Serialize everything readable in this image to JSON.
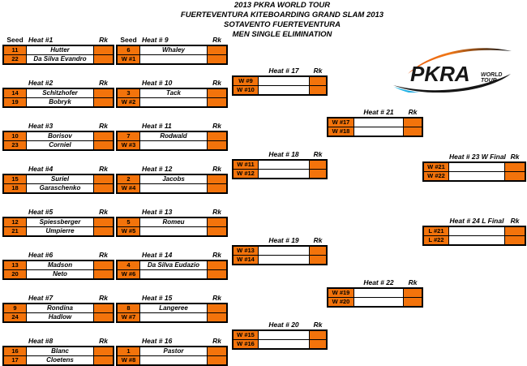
{
  "title": {
    "lines": [
      "2013 PKRA WORLD TOUR",
      "FUERTEVENTURA KITEBOARDING GRAND SLAM 2013",
      "SOTAVENTO FUERTEVENTURA",
      "MEN SINGLE ELIMINATION"
    ]
  },
  "logo": {
    "brand": "PKRA",
    "world": "WORLD",
    "tour": "TOUR"
  },
  "labels": {
    "seed": "Seed",
    "rk": "Rk"
  },
  "colors": {
    "orange": "#F3730B",
    "border": "#000000",
    "logo_orange": "#E85A0C",
    "logo_cyan": "#2BC4EE",
    "logo_black": "#161616"
  },
  "heats": [
    {
      "title": "Heat #1",
      "seed_header": true,
      "rows": [
        {
          "label": "11",
          "name": "Hutter"
        },
        {
          "label": "22",
          "name": "Da Silva Evandro"
        }
      ]
    },
    {
      "title": "Heat #2",
      "seed_header": false,
      "rows": [
        {
          "label": "14",
          "name": "Schitzhofer"
        },
        {
          "label": "19",
          "name": "Bobryk"
        }
      ]
    },
    {
      "title": "Heat #3",
      "seed_header": false,
      "rows": [
        {
          "label": "10",
          "name": "Borisov"
        },
        {
          "label": "23",
          "name": "Corniel"
        }
      ]
    },
    {
      "title": "Heat #4",
      "seed_header": false,
      "rows": [
        {
          "label": "15",
          "name": "Suriel"
        },
        {
          "label": "18",
          "name": "Garaschenko"
        }
      ]
    },
    {
      "title": "Heat #5",
      "seed_header": false,
      "rows": [
        {
          "label": "12",
          "name": "Spiessberger"
        },
        {
          "label": "21",
          "name": "Umpierre"
        }
      ]
    },
    {
      "title": "Heat #6",
      "seed_header": false,
      "rows": [
        {
          "label": "13",
          "name": "Madson"
        },
        {
          "label": "20",
          "name": "Neto"
        }
      ]
    },
    {
      "title": "Heat #7",
      "seed_header": false,
      "rows": [
        {
          "label": "9",
          "name": "Rondina"
        },
        {
          "label": "24",
          "name": "Hadlow"
        }
      ]
    },
    {
      "title": "Heat #8",
      "seed_header": false,
      "rows": [
        {
          "label": "16",
          "name": "Blanc"
        },
        {
          "label": "17",
          "name": "Cloetens"
        }
      ]
    },
    {
      "title": "Heat # 9",
      "seed_header": true,
      "rows": [
        {
          "label": "6",
          "name": "Whaley"
        },
        {
          "label": "W #1",
          "name": ""
        }
      ]
    },
    {
      "title": "Heat # 10",
      "seed_header": false,
      "rows": [
        {
          "label": "3",
          "name": "Tack"
        },
        {
          "label": "W #2",
          "name": ""
        }
      ]
    },
    {
      "title": "Heat # 11",
      "seed_header": false,
      "rows": [
        {
          "label": "7",
          "name": "Rodwald"
        },
        {
          "label": "W #3",
          "name": ""
        }
      ]
    },
    {
      "title": "Heat # 12",
      "seed_header": false,
      "rows": [
        {
          "label": "2",
          "name": "Jacobs"
        },
        {
          "label": "W #4",
          "name": ""
        }
      ]
    },
    {
      "title": "Heat # 13",
      "seed_header": false,
      "rows": [
        {
          "label": "5",
          "name": "Romeu"
        },
        {
          "label": "W #5",
          "name": ""
        }
      ]
    },
    {
      "title": "Heat # 14",
      "seed_header": false,
      "rows": [
        {
          "label": "4",
          "name": "Da Silva Eudazio"
        },
        {
          "label": "W #6",
          "name": ""
        }
      ]
    },
    {
      "title": "Heat # 15",
      "seed_header": false,
      "rows": [
        {
          "label": "8",
          "name": "Langeree"
        },
        {
          "label": "W #7",
          "name": ""
        }
      ]
    },
    {
      "title": "Heat # 16",
      "seed_header": false,
      "rows": [
        {
          "label": "1",
          "name": "Pastor"
        },
        {
          "label": "W #8",
          "name": ""
        }
      ]
    },
    {
      "title": "Heat # 17",
      "seed_header": false,
      "rows": [
        {
          "label": "W #9",
          "name": ""
        },
        {
          "label": "W #10",
          "name": ""
        }
      ]
    },
    {
      "title": "Heat # 18",
      "seed_header": false,
      "rows": [
        {
          "label": "W #11",
          "name": ""
        },
        {
          "label": "W #12",
          "name": ""
        }
      ]
    },
    {
      "title": "Heat # 19",
      "seed_header": false,
      "rows": [
        {
          "label": "W #13",
          "name": ""
        },
        {
          "label": "W #14",
          "name": ""
        }
      ]
    },
    {
      "title": "Heat # 20",
      "seed_header": false,
      "rows": [
        {
          "label": "W #15",
          "name": ""
        },
        {
          "label": "W #16",
          "name": ""
        }
      ]
    },
    {
      "title": "Heat # 21",
      "seed_header": false,
      "rows": [
        {
          "label": "W #17",
          "name": ""
        },
        {
          "label": "W #18",
          "name": ""
        }
      ]
    },
    {
      "title": "Heat # 22",
      "seed_header": false,
      "rows": [
        {
          "label": "W #19",
          "name": ""
        },
        {
          "label": "W #20",
          "name": ""
        }
      ]
    },
    {
      "title": "Heat # 23 W Final",
      "seed_header": false,
      "rows": [
        {
          "label": "W #21",
          "name": ""
        },
        {
          "label": "W #22",
          "name": ""
        }
      ]
    },
    {
      "title": "Heat # 24 L Final",
      "seed_header": false,
      "rows": [
        {
          "label": "L #21",
          "name": ""
        },
        {
          "label": "L #22",
          "name": ""
        }
      ]
    }
  ]
}
